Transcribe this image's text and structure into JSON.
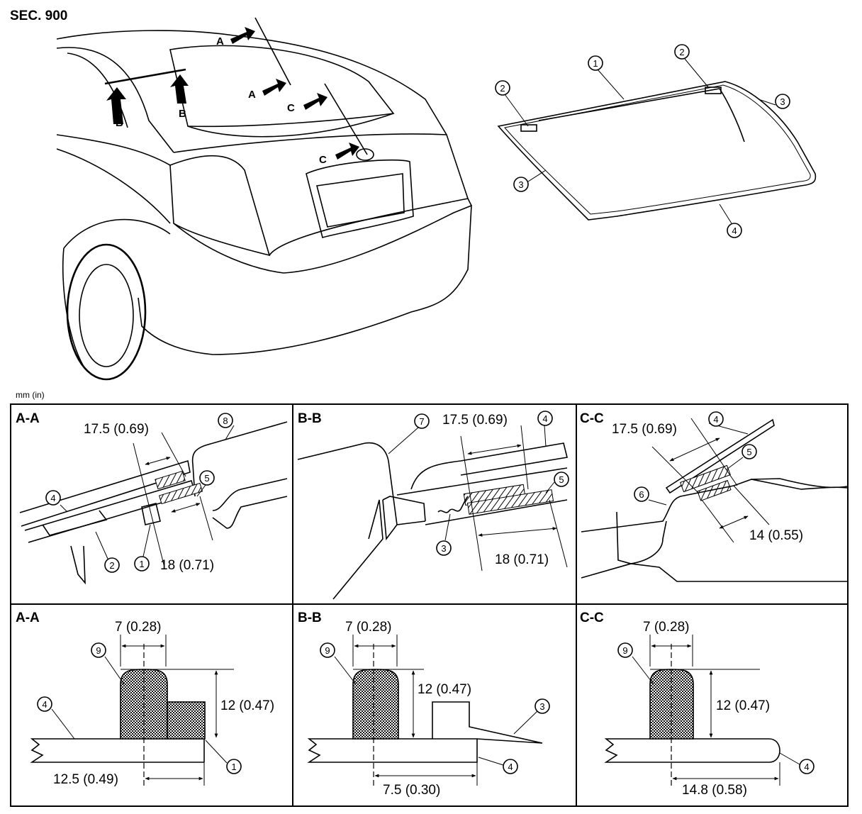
{
  "header": {
    "section": "SEC. 900",
    "unit": "mm (in)"
  },
  "car_view": {
    "arrow_labels": {
      "a": "A",
      "b": "B",
      "c": "C"
    }
  },
  "glass_view": {
    "callouts": {
      "c1": "1",
      "c2": "2",
      "c3": "3",
      "c4": "4"
    }
  },
  "sections": {
    "top_aa": {
      "title": "A-A",
      "dim1": "17.5 (0.69)",
      "dim2": "18 (0.71)",
      "callouts": {
        "c8": "8",
        "c5": "5",
        "c4": "4",
        "c2": "2",
        "c1": "1"
      }
    },
    "top_bb": {
      "title": "B-B",
      "dim1": "17.5 (0.69)",
      "dim2": "18 (0.71)",
      "callouts": {
        "c7": "7",
        "c4": "4",
        "c5": "5",
        "c3": "3"
      }
    },
    "top_cc": {
      "title": "C-C",
      "dim1": "17.5 (0.69)",
      "dim2": "14 (0.55)",
      "callouts": {
        "c4": "4",
        "c5": "5",
        "c6": "6"
      }
    },
    "bot_aa": {
      "title": "A-A",
      "dim_width": "7 (0.28)",
      "dim_height": "12 (0.47)",
      "dim_offset": "12.5 (0.49)",
      "callouts": {
        "c9": "9",
        "c4": "4",
        "c1": "1"
      }
    },
    "bot_bb": {
      "title": "B-B",
      "dim_width": "7 (0.28)",
      "dim_height": "12 (0.47)",
      "dim_offset": "7.5 (0.30)",
      "callouts": {
        "c9": "9",
        "c3": "3",
        "c4": "4"
      }
    },
    "bot_cc": {
      "title": "C-C",
      "dim_width": "7 (0.28)",
      "dim_height": "12 (0.47)",
      "dim_offset": "14.8 (0.58)",
      "callouts": {
        "c9": "9",
        "c4": "4"
      }
    }
  }
}
